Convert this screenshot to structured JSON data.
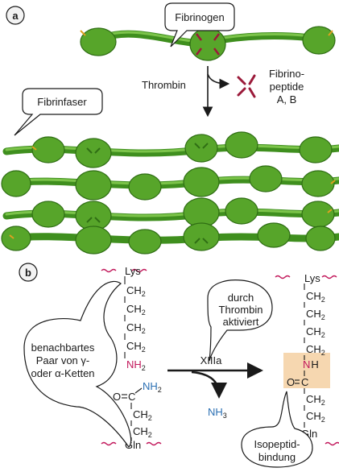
{
  "panel_a": {
    "label": "a",
    "fibrinogen_label": "Fibrinogen",
    "thrombin_label": "Thrombin",
    "fibrinopeptide_line1": "Fibrino-",
    "fibrinopeptide_line2": "peptide",
    "fibrinopeptide_line3": "A, B",
    "fibrinfaser_label": "Fibrinfaser"
  },
  "panel_b": {
    "label": "b",
    "left_chain": {
      "top": "Lys",
      "ch2": "CH",
      "sub2": "2",
      "nh2_n": "NH",
      "nh2_sub": "2",
      "bottom": "Gln",
      "co_o": "O",
      "co_c": "C",
      "amide_nh": "NH",
      "amide_sub": "2"
    },
    "neighbor_line1": "benachbartes",
    "neighbor_line2": "Paar von γ-",
    "neighbor_line3": "oder α-Ketten",
    "activated_line1": "durch",
    "activated_line2": "Thrombin",
    "activated_line3": "aktiviert",
    "enzyme_label": "XIIIa",
    "byproduct": "NH",
    "byproduct_sub": "3",
    "right_chain": {
      "top": "Lys",
      "ch2": "CH",
      "sub2": "2",
      "nh": "NH",
      "o": "O",
      "c": "C",
      "bottom": "Gln"
    },
    "isopeptide_line1": "Isopeptid-",
    "isopeptide_line2": "bindung"
  },
  "colors": {
    "fiber": "#3f8f1e",
    "node": "#57a52a",
    "wavy": "#c2185b",
    "nh_highlight": "#c2185b",
    "nh3_blue": "#2a6fb3",
    "bond_box": "#f6d7b0"
  }
}
